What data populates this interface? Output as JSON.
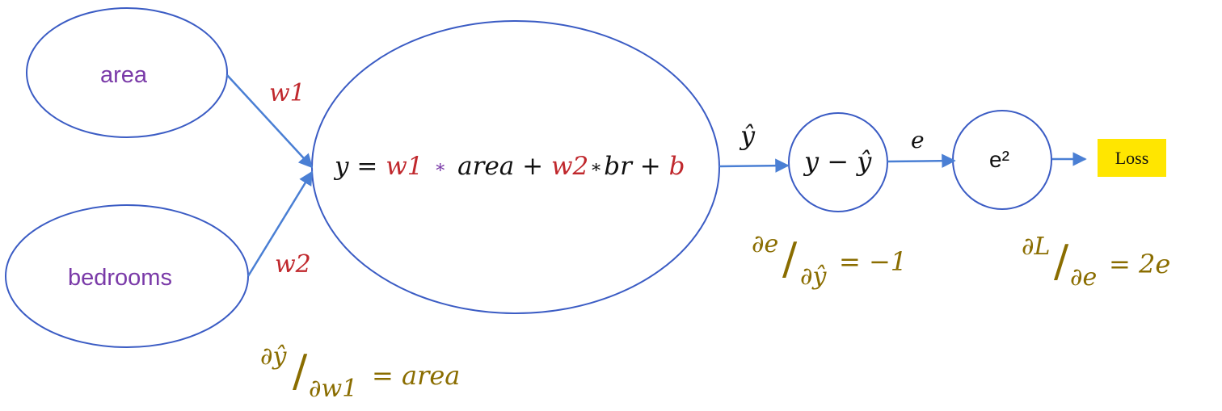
{
  "nodes": {
    "area": "area",
    "bedrooms": "bedrooms",
    "diff": "y − ŷ",
    "square": "e²",
    "loss": "Loss"
  },
  "equation": {
    "y": "y",
    "eq": "=",
    "w1": "w1",
    "mul1": "∗",
    "area": "area",
    "plus1": "+",
    "w2": "w2",
    "mul2": "∗",
    "br": "br",
    "plus2": "+",
    "b": "b"
  },
  "edges": {
    "w1": "w1",
    "w2": "w2",
    "yhat": "ŷ",
    "e": "e"
  },
  "derivatives": {
    "dyhat_dw1": {
      "num": "∂ŷ",
      "den": "∂w1",
      "rhs": "= area"
    },
    "de_dyhat": {
      "num": "∂e",
      "den": "∂ŷ",
      "rhs": "= −1"
    },
    "dL_de": {
      "num": "∂L",
      "den": "∂e",
      "rhs": "= 2e"
    }
  },
  "colors": {
    "stroke": "#3b5cc4",
    "arrow": "#4a7fd4",
    "purple": "#7a3aa8",
    "red": "#c0282d",
    "olive": "#8a6d00",
    "loss_fill": "#ffe600"
  }
}
